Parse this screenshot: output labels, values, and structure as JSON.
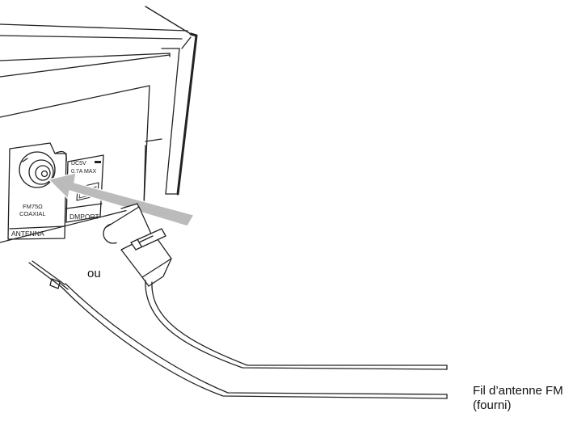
{
  "panel": {
    "port_rating_line1": "DC5V",
    "port_rating_line2": "0.7A MAX",
    "antenna_impedance": "FM75Ω",
    "antenna_type": "COAXIAL",
    "antenna_section": "ANTENNA",
    "port_section": "DMPORT"
  },
  "labels": {
    "or_text": "ou",
    "wire_caption_line1": "Fil d’antenne FM",
    "wire_caption_line2": "(fourni)"
  },
  "colors": {
    "line": "#222222",
    "arrow": "#b8b8b8",
    "background": "#ffffff"
  }
}
